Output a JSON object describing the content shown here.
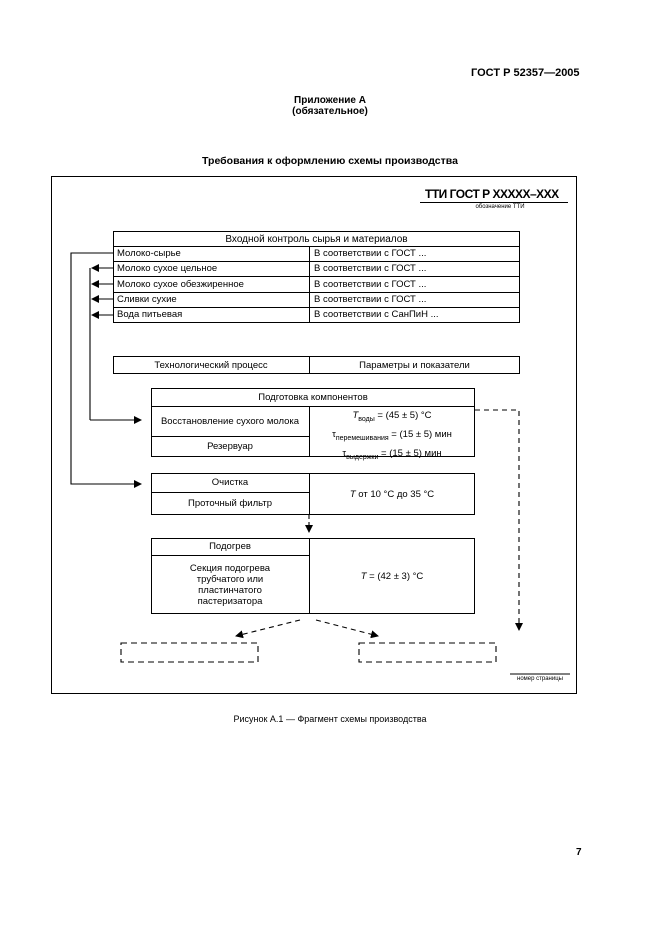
{
  "header": {
    "standard": "ГОСТ Р 52357—2005"
  },
  "appendix": {
    "title": "Приложение А",
    "status": "(обязательное)"
  },
  "section_title": "Требования к оформлению схемы производства",
  "scheme": {
    "tti_title": "ТТИ ГОСТ Р ХХХХХ–ХХХ",
    "tti_caption": "обозначение ТТИ",
    "input_control": {
      "title": "Входной контроль сырья и материалов",
      "rows": [
        {
          "item": "Молоко-сырье",
          "req": "В соответствии с ГОСТ ..."
        },
        {
          "item": "Молоко сухое цельное",
          "req": "В соответствии с ГОСТ ..."
        },
        {
          "item": "Молоко сухое обезжиренное",
          "req": "В соответствии с ГОСТ ..."
        },
        {
          "item": "Сливки сухие",
          "req": "В соответствии с ГОСТ ..."
        },
        {
          "item": "Вода питьевая",
          "req": "В соответствии с СанПиН ..."
        }
      ]
    },
    "process_header": {
      "left": "Технологический процесс",
      "right": "Параметры и показатели"
    },
    "prep": {
      "title": "Подготовка компонентов",
      "row1": "Восстановление сухого молока",
      "row2": "Резервуар",
      "p1_sym": "T",
      "p1_sub": "воды",
      "p1_val": " = (45 ± 5) °С",
      "p2_sym": "τ",
      "p2_sub": "перемешивания",
      "p2_val": " = (15 ± 5) мин",
      "p3_sym": "τ",
      "p3_sub": "выдержки",
      "p3_val": " = (15 ± 5) мин"
    },
    "clean": {
      "title": "Очистка",
      "row": "Проточный фильтр",
      "param_sym": "T",
      "param_val": " от 10 °С до 35 °С"
    },
    "heat": {
      "title": "Подогрев",
      "row": "Секция подогрева трубчатого или пластинчатого пастеризатора",
      "param_sym": "T",
      "param_val": " = (42 ± 3) °С"
    },
    "page_caption": "номер страницы"
  },
  "figure_caption": "Рисунок А.1 — Фрагмент схемы производства",
  "page_number": "7"
}
